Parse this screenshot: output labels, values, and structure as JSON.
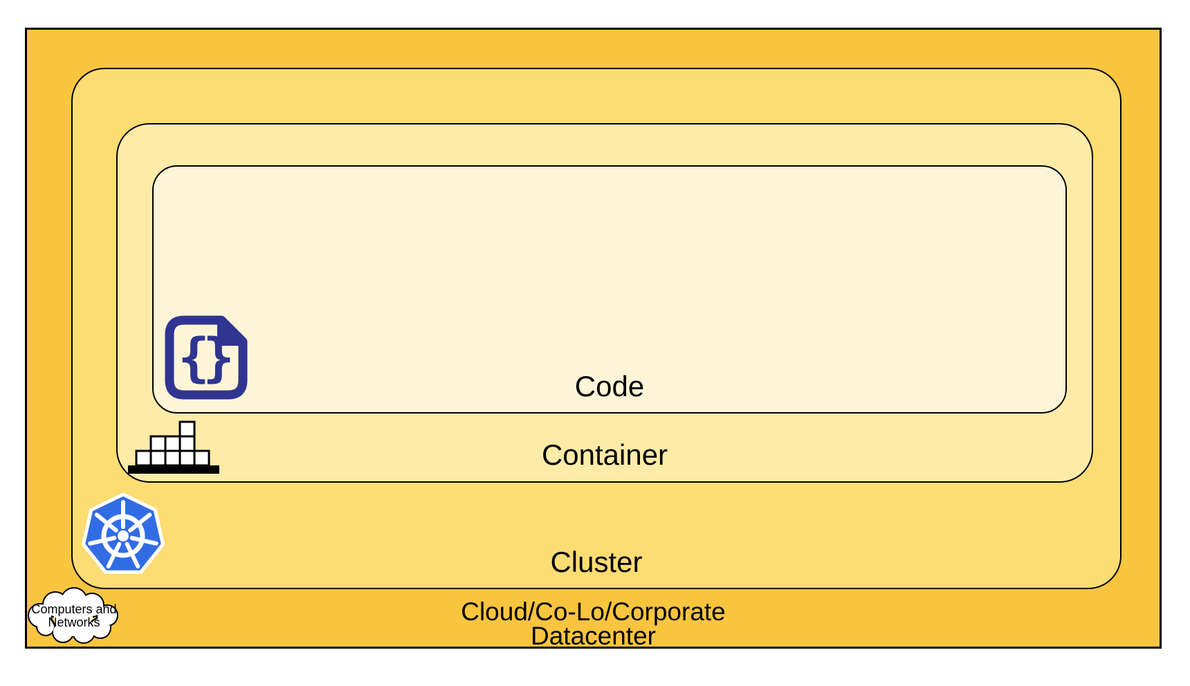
{
  "layers": {
    "datacenter": {
      "label_line1": "Cloud/Co-Lo/Corporate",
      "label_line2": "Datacenter",
      "fill": "#FAC53E"
    },
    "cluster": {
      "label": "Cluster",
      "fill": "#FDDC74"
    },
    "container": {
      "label": "Container",
      "fill": "#FEEBA8"
    },
    "code": {
      "label": "Code",
      "fill": "#FEF5D8"
    }
  },
  "cloud_callout": {
    "line1": "Computers and",
    "line2": "Networks",
    "fill": "#FFFFFF"
  },
  "icons": {
    "code_file": "code-file-icon",
    "code_glyph_open": "{",
    "code_glyph_close": "}",
    "container_bricks": "container-bricks-icon",
    "kubernetes_wheel": "kubernetes-wheel-icon",
    "computers_networks_cloud": "cloud-callout-icon"
  },
  "colors": {
    "outline": "#000000",
    "label_text": "#000000",
    "icon_navy": "#2F3590",
    "kubernetes_blue": "#326CE5",
    "brick_fill": "#FFFFFF",
    "cloud_fill": "#FFFFFF",
    "page_background": "#FFFFFF"
  }
}
